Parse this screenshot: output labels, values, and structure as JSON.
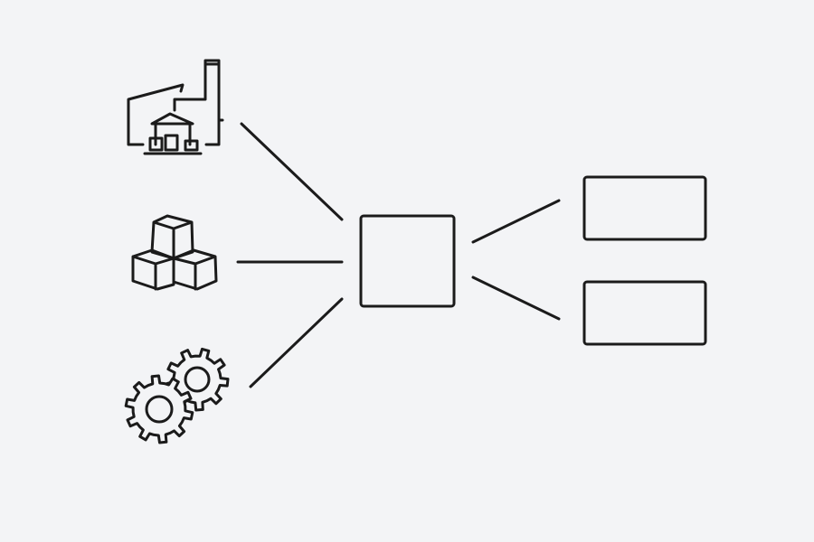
{
  "diagram": {
    "sources": [
      {
        "icon": "factory-icon"
      },
      {
        "icon": "cubes-icon"
      },
      {
        "icon": "gears-icon"
      }
    ],
    "hub": {
      "shape": "square"
    },
    "outputs": [
      {
        "shape": "rectangle"
      },
      {
        "shape": "rectangle"
      }
    ],
    "colors": {
      "background": "#f3f4f6",
      "stroke": "#1b1b1b"
    }
  }
}
